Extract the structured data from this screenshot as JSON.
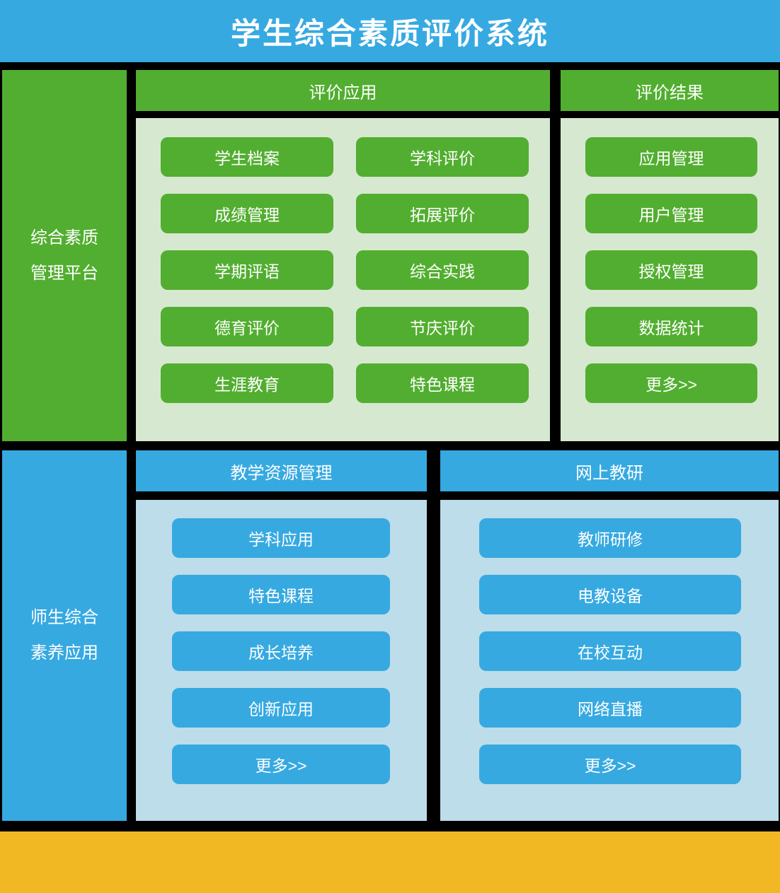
{
  "title": "学生综合素质评价系统",
  "colors": {
    "banner_blue": "#36a9e1",
    "green": "#52ae30",
    "light_green_panel": "#d6e8d0",
    "light_blue_panel": "#bcdde9",
    "footer_yellow": "#f2b824",
    "background": "#000000",
    "text": "#ffffff"
  },
  "sidebar_top": {
    "line1": "综合素质",
    "line2": "管理平台"
  },
  "sidebar_bottom": {
    "line1": "师生综合",
    "line2": "素养应用"
  },
  "eval_app": {
    "header": "评价应用",
    "left_buttons": [
      "学生档案",
      "成绩管理",
      "学期评语",
      "德育评价",
      "生涯教育"
    ],
    "right_buttons": [
      "学科评价",
      "拓展评价",
      "综合实践",
      "节庆评价",
      "特色课程"
    ]
  },
  "eval_result": {
    "header": "评价结果",
    "buttons": [
      "应用管理",
      "用户管理",
      "授权管理",
      "数据统计",
      "更多>>"
    ]
  },
  "teach_res": {
    "header": "教学资源管理",
    "buttons": [
      "学科应用",
      "特色课程",
      "成长培养",
      "创新应用",
      "更多>>"
    ]
  },
  "online_research": {
    "header": "网上教研",
    "buttons": [
      "教师研修",
      "电教设备",
      "在校互动",
      "网络直播",
      "更多>>"
    ]
  }
}
